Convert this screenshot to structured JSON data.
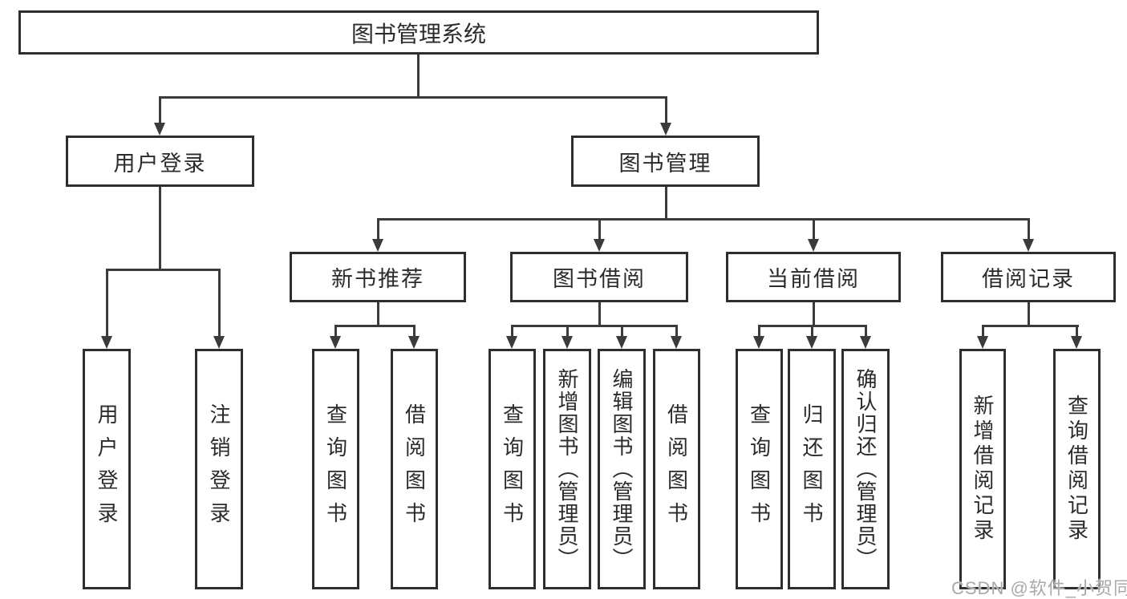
{
  "tree": {
    "label": "图书管理系统",
    "children": [
      {
        "label": "用户登录",
        "children": [
          {
            "label": "用户登录"
          },
          {
            "label": "注销登录"
          }
        ]
      },
      {
        "label": "图书管理",
        "children": [
          {
            "label": "新书推荐",
            "children": [
              {
                "label": "查询图书"
              },
              {
                "label": "借阅图书"
              }
            ]
          },
          {
            "label": "图书借阅",
            "children": [
              {
                "label": "查询图书"
              },
              {
                "label": "新增图书（管理员）"
              },
              {
                "label": "编辑图书（管理员）"
              },
              {
                "label": "借阅图书"
              }
            ]
          },
          {
            "label": "当前借阅",
            "children": [
              {
                "label": "查询图书"
              },
              {
                "label": "归还图书"
              },
              {
                "label": "确认归还（管理员）"
              }
            ]
          },
          {
            "label": "借阅记录",
            "children": [
              {
                "label": "新增借阅记录"
              },
              {
                "label": "查询借阅记录"
              }
            ]
          }
        ]
      }
    ]
  },
  "watermark": {
    "text": "CSDN @软件_小贺同学"
  },
  "colors": {
    "background": "#ffffff",
    "box_border": "#2e2e2e",
    "connector": "#3b3b3b",
    "text": "#2b2b2b",
    "watermark": "#a9a9a9"
  }
}
